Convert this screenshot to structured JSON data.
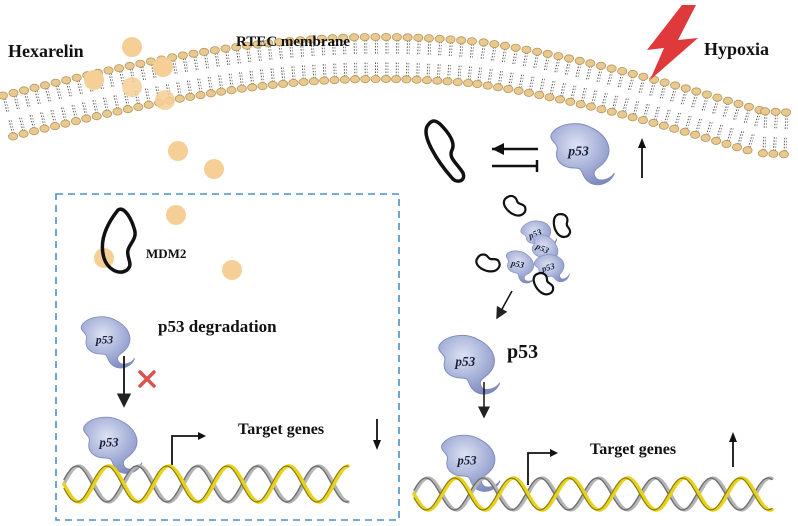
{
  "labels": {
    "hexarelin": "Hexarelin",
    "membrane": "RTEC membrane",
    "hypoxia": "Hypoxia",
    "mdm2": "MDM2",
    "p53_degradation": "p53 degradation",
    "target_genes": "Target genes",
    "p53": "p53",
    "p53_small": "p53",
    "target_genes_right": "Target genes"
  },
  "colors": {
    "lipid_head": "#e8c98f",
    "lipid_head_stroke": "#b8965a",
    "lipid_tail": "#555555",
    "hexarelin_dot": "#f6cf97",
    "lightning": "#e0393b",
    "p53_fill": "#8f9bc9",
    "p53_fill_light": "#c3cbe6",
    "dashed_box": "#4a90c8",
    "dna_yellow": "#e8d21e",
    "dna_grey": "#9a9a9a",
    "blocked_x": "#d9534f"
  },
  "indicators": {
    "hypoxia_p53_level": "up",
    "left_target_genes": "down",
    "right_target_genes": "up",
    "degradation_path": "blocked"
  }
}
